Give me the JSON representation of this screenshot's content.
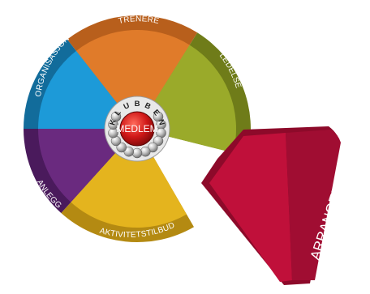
{
  "diagram": {
    "center": {
      "label": "MEDLEM",
      "ring_text": "KLUBBEN",
      "color": "#cc2020"
    },
    "segments": [
      {
        "id": "trenere",
        "label": "TRENERE",
        "color": "#e07b2a",
        "rim": "#b85f1c"
      },
      {
        "id": "ledelse",
        "label": "LEDELSE",
        "color": "#9aaa2a",
        "rim": "#6f7c19"
      },
      {
        "id": "aktivitetstilbud",
        "label": "AKTIVITETSTILBUD",
        "color": "#e4b41e",
        "rim": "#b48a12"
      },
      {
        "id": "anlegg",
        "label": "ANLEGG",
        "color": "#6a2a7f",
        "rim": "#4a1a5c"
      },
      {
        "id": "organisasjon",
        "label": "ORGANISASJON",
        "color": "#1d9ad8",
        "rim": "#126c9b"
      }
    ],
    "exploded_segment": {
      "id": "arrangement",
      "label": "ARRANGEMENT",
      "color": "#c0103a",
      "rim": "#8d0a2a"
    }
  }
}
